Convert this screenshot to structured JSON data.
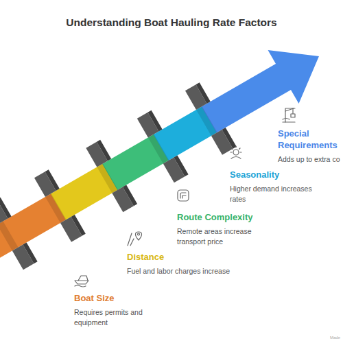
{
  "diagram": {
    "title": "Understanding Boat Hauling Rate Factors",
    "nodes": [
      {
        "text": [
          "Boat Size",
          "Requires permits and equipment"
        ]
      },
      {
        "text": [
          "Distance",
          "Fuel and labor charges increase"
        ]
      },
      {
        "text": [
          "Route Complexity",
          "Remote areas increase transport price"
        ]
      },
      {
        "text": [
          "Seasonality",
          "Higher demand increases rates"
        ]
      },
      {
        "text": [
          "Special Requirements",
          "Adds up to extra co"
        ]
      }
    ],
    "labels": [
      "Made"
    ]
  }
}
